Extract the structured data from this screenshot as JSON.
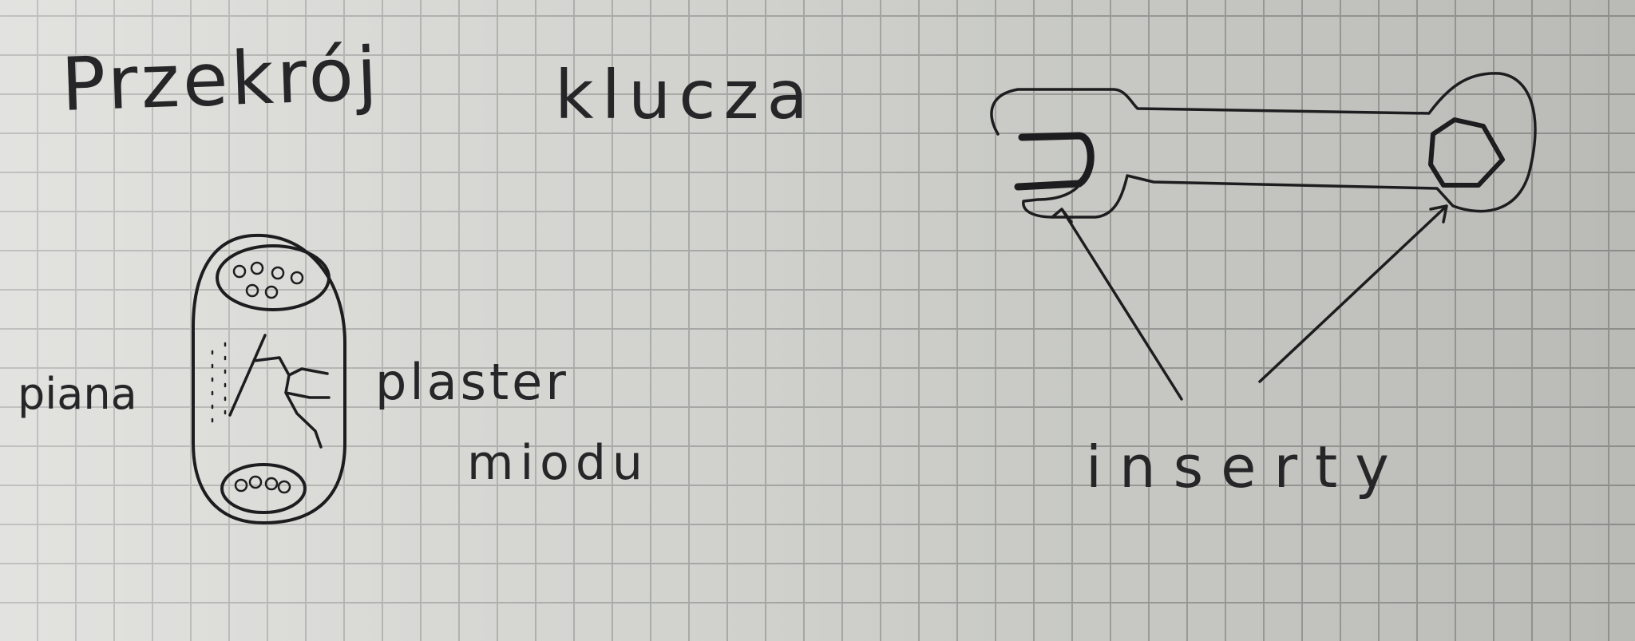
{
  "title": {
    "word1": "Przekrój",
    "word2": "klucza"
  },
  "cross_section": {
    "left_label": "piana",
    "right_label_line1": "plaster",
    "right_label_line2": "miodu"
  },
  "wrench": {
    "inserts_label": "inserty"
  },
  "colors": {
    "paper": "#d3d4cf",
    "grid": "#a2a4a0",
    "ink": "#1d1d1f"
  }
}
